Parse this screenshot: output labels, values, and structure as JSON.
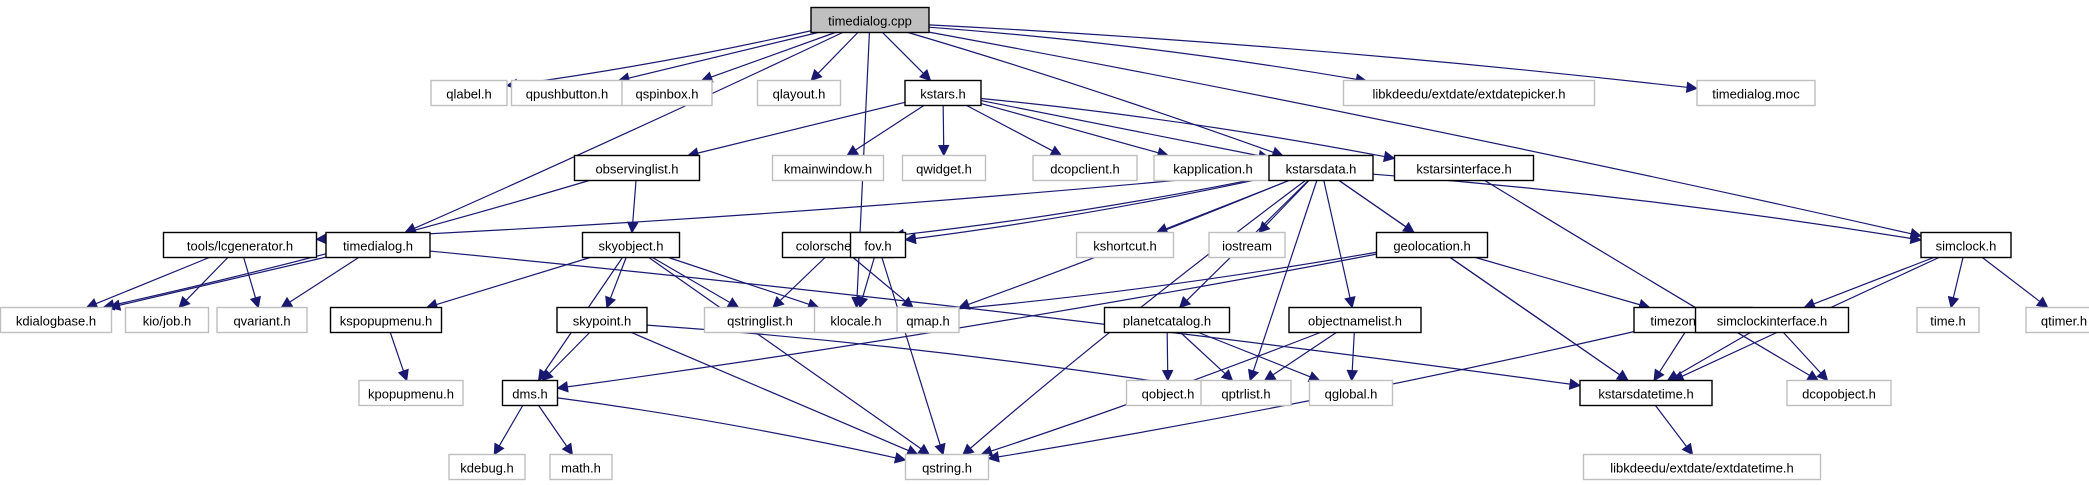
{
  "diagram": {
    "type": "include-dependency-graph",
    "root": "timedialog.cpp",
    "colors": {
      "edge": "#191970",
      "documented_border": "#000000",
      "external_border": "#bfbfbf",
      "root_fill": "#bfbfbf"
    },
    "nodes": [
      {
        "id": "timedialog_cpp",
        "label": "timedialog.cpp",
        "kind": "root"
      },
      {
        "id": "qlabel",
        "label": "qlabel.h",
        "kind": "ext"
      },
      {
        "id": "qpushbutton",
        "label": "qpushbutton.h",
        "kind": "ext"
      },
      {
        "id": "qspinbox",
        "label": "qspinbox.h",
        "kind": "ext"
      },
      {
        "id": "qlayout",
        "label": "qlayout.h",
        "kind": "ext"
      },
      {
        "id": "kstars",
        "label": "kstars.h",
        "kind": "doc"
      },
      {
        "id": "extdatepicker",
        "label": "libkdeedu/extdate/extdatepicker.h",
        "kind": "ext"
      },
      {
        "id": "timedialog_moc",
        "label": "timedialog.moc",
        "kind": "ext"
      },
      {
        "id": "observinglist",
        "label": "observinglist.h",
        "kind": "doc"
      },
      {
        "id": "kmainwindow",
        "label": "kmainwindow.h",
        "kind": "ext"
      },
      {
        "id": "qwidget",
        "label": "qwidget.h",
        "kind": "ext"
      },
      {
        "id": "dcopclient",
        "label": "dcopclient.h",
        "kind": "ext"
      },
      {
        "id": "kapplication",
        "label": "kapplication.h",
        "kind": "ext"
      },
      {
        "id": "kstarsdata",
        "label": "kstarsdata.h",
        "kind": "doc"
      },
      {
        "id": "kstarsinterface",
        "label": "kstarsinterface.h",
        "kind": "doc"
      },
      {
        "id": "lcgenerator",
        "label": "tools/lcgenerator.h",
        "kind": "doc"
      },
      {
        "id": "timedialog_h",
        "label": "timedialog.h",
        "kind": "doc"
      },
      {
        "id": "skyobject",
        "label": "skyobject.h",
        "kind": "doc"
      },
      {
        "id": "colorscheme",
        "label": "colorscheme.h",
        "kind": "doc"
      },
      {
        "id": "fov",
        "label": "fov.h",
        "kind": "doc"
      },
      {
        "id": "kshortcut",
        "label": "kshortcut.h",
        "kind": "ext"
      },
      {
        "id": "iostream",
        "label": "iostream",
        "kind": "ext"
      },
      {
        "id": "geolocation",
        "label": "geolocation.h",
        "kind": "doc"
      },
      {
        "id": "simclock",
        "label": "simclock.h",
        "kind": "doc"
      },
      {
        "id": "kdialogbase",
        "label": "kdialogbase.h",
        "kind": "ext"
      },
      {
        "id": "kiojob",
        "label": "kio/job.h",
        "kind": "ext"
      },
      {
        "id": "qvariant",
        "label": "qvariant.h",
        "kind": "ext"
      },
      {
        "id": "kspopupmenu",
        "label": "kspopupmenu.h",
        "kind": "doc"
      },
      {
        "id": "skypoint",
        "label": "skypoint.h",
        "kind": "doc"
      },
      {
        "id": "qstringlist",
        "label": "qstringlist.h",
        "kind": "ext"
      },
      {
        "id": "klocale",
        "label": "klocale.h",
        "kind": "ext"
      },
      {
        "id": "qmap",
        "label": "qmap.h",
        "kind": "ext"
      },
      {
        "id": "planetcatalog",
        "label": "planetcatalog.h",
        "kind": "doc"
      },
      {
        "id": "objectnamelist",
        "label": "objectnamelist.h",
        "kind": "doc"
      },
      {
        "id": "timezonerule",
        "label": "timezonerule.h",
        "kind": "doc"
      },
      {
        "id": "simclockinterface",
        "label": "simclockinterface.h",
        "kind": "doc"
      },
      {
        "id": "time_h",
        "label": "time.h",
        "kind": "ext"
      },
      {
        "id": "qtimer",
        "label": "qtimer.h",
        "kind": "ext"
      },
      {
        "id": "kpopupmenu",
        "label": "kpopupmenu.h",
        "kind": "ext"
      },
      {
        "id": "dms",
        "label": "dms.h",
        "kind": "doc"
      },
      {
        "id": "qobject",
        "label": "qobject.h",
        "kind": "ext"
      },
      {
        "id": "qptrlist",
        "label": "qptrlist.h",
        "kind": "ext"
      },
      {
        "id": "qglobal",
        "label": "qglobal.h",
        "kind": "ext"
      },
      {
        "id": "kstarsdatetime",
        "label": "kstarsdatetime.h",
        "kind": "doc"
      },
      {
        "id": "dcopobject",
        "label": "dcopobject.h",
        "kind": "ext"
      },
      {
        "id": "kdebug",
        "label": "kdebug.h",
        "kind": "ext"
      },
      {
        "id": "math_h",
        "label": "math.h",
        "kind": "ext"
      },
      {
        "id": "qstring",
        "label": "qstring.h",
        "kind": "ext"
      },
      {
        "id": "extdatetime",
        "label": "libkdeedu/extdate/extdatetime.h",
        "kind": "ext"
      }
    ],
    "edges": [
      [
        "timedialog_cpp",
        "qlabel"
      ],
      [
        "timedialog_cpp",
        "qpushbutton"
      ],
      [
        "timedialog_cpp",
        "qspinbox"
      ],
      [
        "timedialog_cpp",
        "qlayout"
      ],
      [
        "timedialog_cpp",
        "kstars"
      ],
      [
        "timedialog_cpp",
        "extdatepicker"
      ],
      [
        "timedialog_cpp",
        "timedialog_moc"
      ],
      [
        "timedialog_cpp",
        "timedialog_h"
      ],
      [
        "timedialog_cpp",
        "klocale"
      ],
      [
        "timedialog_cpp",
        "kstarsdata"
      ],
      [
        "timedialog_cpp",
        "simclock"
      ],
      [
        "kstars",
        "observinglist"
      ],
      [
        "kstars",
        "kmainwindow"
      ],
      [
        "kstars",
        "qwidget"
      ],
      [
        "kstars",
        "dcopclient"
      ],
      [
        "kstars",
        "kapplication"
      ],
      [
        "kstars",
        "kstarsdata"
      ],
      [
        "kstars",
        "kstarsinterface"
      ],
      [
        "observinglist",
        "kdialogbase"
      ],
      [
        "observinglist",
        "skyobject"
      ],
      [
        "kstarsdata",
        "lcgenerator"
      ],
      [
        "kstarsdata",
        "colorscheme"
      ],
      [
        "kstarsdata",
        "fov"
      ],
      [
        "kstarsdata",
        "kshortcut"
      ],
      [
        "kstarsdata",
        "iostream"
      ],
      [
        "kstarsdata",
        "geolocation"
      ],
      [
        "kstarsdata",
        "simclock"
      ],
      [
        "kstarsdata",
        "qmap"
      ],
      [
        "kstarsdata",
        "planetcatalog"
      ],
      [
        "kstarsdata",
        "objectnamelist"
      ],
      [
        "kstarsdata",
        "qptrlist"
      ],
      [
        "kstarsdata",
        "kstarsdatetime"
      ],
      [
        "kstarsdata",
        "qstring"
      ],
      [
        "kstarsinterface",
        "dcopobject"
      ],
      [
        "lcgenerator",
        "kdialogbase"
      ],
      [
        "lcgenerator",
        "kiojob"
      ],
      [
        "lcgenerator",
        "qvariant"
      ],
      [
        "timedialog_h",
        "kdialogbase"
      ],
      [
        "timedialog_h",
        "qvariant"
      ],
      [
        "timedialog_h",
        "kstarsdatetime"
      ],
      [
        "skyobject",
        "kspopupmenu"
      ],
      [
        "skyobject",
        "skypoint"
      ],
      [
        "skyobject",
        "qstringlist"
      ],
      [
        "skyobject",
        "klocale"
      ],
      [
        "skyobject",
        "dms"
      ],
      [
        "skyobject",
        "qstring"
      ],
      [
        "colorscheme",
        "qstringlist"
      ],
      [
        "colorscheme",
        "qmap"
      ],
      [
        "fov",
        "klocale"
      ],
      [
        "fov",
        "qstring"
      ],
      [
        "geolocation",
        "klocale"
      ],
      [
        "geolocation",
        "dms"
      ],
      [
        "geolocation",
        "timezonerule"
      ],
      [
        "geolocation",
        "kstarsdatetime"
      ],
      [
        "simclock",
        "simclockinterface"
      ],
      [
        "simclock",
        "time_h"
      ],
      [
        "simclock",
        "qtimer"
      ],
      [
        "simclock",
        "kstarsdatetime"
      ],
      [
        "kspopupmenu",
        "kpopupmenu"
      ],
      [
        "skypoint",
        "dms"
      ],
      [
        "skypoint",
        "qptrlist"
      ],
      [
        "skypoint",
        "qstring"
      ],
      [
        "planetcatalog",
        "qobject"
      ],
      [
        "planetcatalog",
        "qptrlist"
      ],
      [
        "planetcatalog",
        "qglobal"
      ],
      [
        "objectnamelist",
        "qptrlist"
      ],
      [
        "objectnamelist",
        "qglobal"
      ],
      [
        "objectnamelist",
        "qstring"
      ],
      [
        "timezonerule",
        "kstarsdatetime"
      ],
      [
        "timezonerule",
        "qstring"
      ],
      [
        "simclockinterface",
        "kstarsdatetime"
      ],
      [
        "simclockinterface",
        "dcopobject"
      ],
      [
        "dms",
        "kdebug"
      ],
      [
        "dms",
        "math_h"
      ],
      [
        "dms",
        "qstring"
      ],
      [
        "kstarsdatetime",
        "extdatetime"
      ]
    ]
  }
}
